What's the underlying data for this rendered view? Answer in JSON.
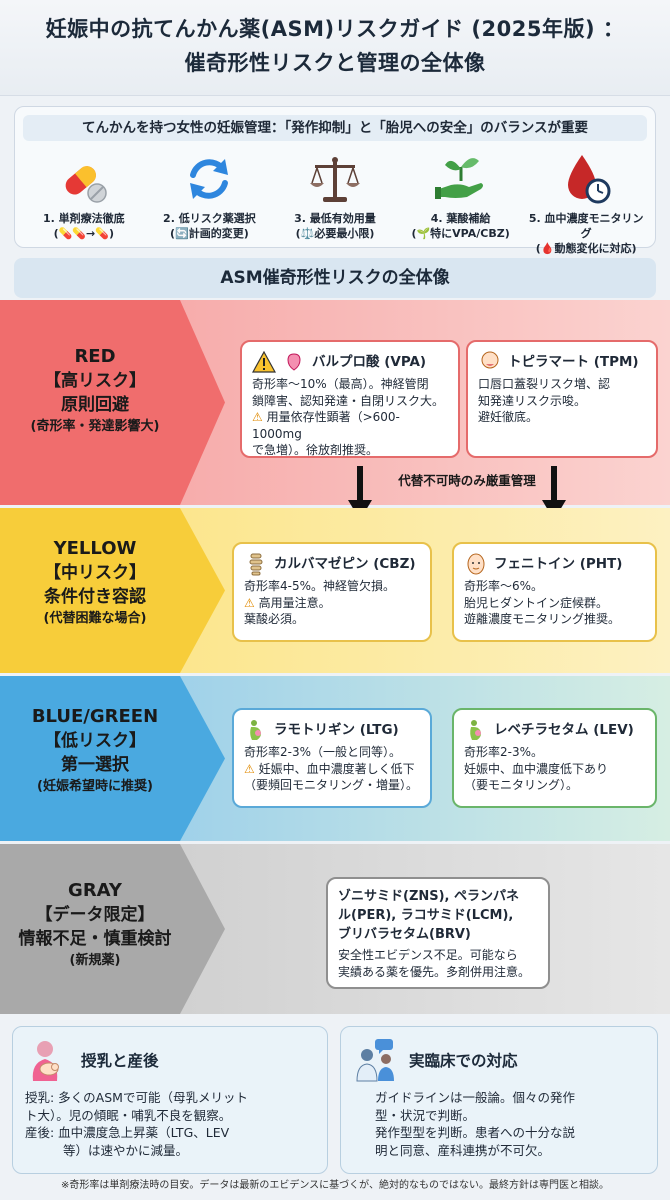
{
  "header": {
    "title_line1": "妊娠中の抗てんかん薬(ASM)リスクガイド (2025年版) ：",
    "title_line2": "催奇形性リスクと管理の全体像"
  },
  "principles": {
    "title": "てんかんを持つ女性の妊娠管理：「発作抑制」と「胎児への安全」のバランスが重要",
    "items": [
      {
        "label": "1. 単剤療法徹底",
        "sub": "(💊💊→💊)",
        "icon": "pill-icon"
      },
      {
        "label": "2. 低リスク薬選択",
        "sub": "(🔄計画的変更)",
        "icon": "refresh-icon"
      },
      {
        "label": "3. 最低有効用量",
        "sub": "(⚖️必要最小限)",
        "icon": "scale-icon"
      },
      {
        "label": "4. 葉酸補給",
        "sub": "(🌱特にVPA/CBZ)",
        "icon": "sprout-hand-icon"
      },
      {
        "label": "5. 血中濃度モニタリング",
        "sub": "(🩸動態変化に対応)",
        "icon": "blood-drop-clock-icon"
      }
    ]
  },
  "overview_title": "ASM催奇形性リスクの全体像",
  "tiers": {
    "red": {
      "color": "#f06d6d",
      "l1": "RED",
      "l2": "【高リスク】",
      "l3": "原則回避",
      "l4": "(奇形率・発達影響大)",
      "drugs": [
        {
          "name": "バルプロ酸 (VPA)",
          "lines": [
            "奇形率～10%（最高）。神経管閉",
            "鎖障害、認知発達・自閉リスク大。"
          ],
          "warn": "用量依存性顕著（>600-1000mg",
          "after": [
            "で急増）。徐放剤推奨。"
          ]
        },
        {
          "name": "トピラマート (TPM)",
          "lines": [
            "口唇口蓋裂リスク増、認",
            "知発達リスク示唆。",
            "避妊徹底。"
          ]
        }
      ],
      "mgmt_note": "代替不可時のみ厳重管理"
    },
    "yellow": {
      "color": "#f7cd3a",
      "l1": "YELLOW",
      "l2": "【中リスク】",
      "l3": "条件付き容認",
      "l4": "(代替困難な場合)",
      "drugs": [
        {
          "name": "カルバマゼピン (CBZ)",
          "lines": [
            "奇形率4-5%。神経管欠損。"
          ],
          "warn": "高用量注意。",
          "after": [
            "葉酸必須。"
          ]
        },
        {
          "name": "フェニトイン (PHT)",
          "lines": [
            "奇形率～6%。",
            "胎児ヒダントイン症候群。",
            "遊離濃度モニタリング推奨。"
          ]
        }
      ]
    },
    "blue": {
      "color": "#4aa9e0",
      "l1": "BLUE/GREEN",
      "l2": "【低リスク】",
      "l3": "第一選択",
      "l4": "(妊娠希望時に推奨)",
      "drugs": [
        {
          "name": "ラモトリギン (LTG)",
          "lines": [
            "奇形率2-3%（一般と同等）。"
          ],
          "warn": "妊娠中、血中濃度著しく低下",
          "after": [
            "（要頻回モニタリング・増量）。"
          ]
        },
        {
          "name": "レベチラセタム (LEV)",
          "lines": [
            "奇形率2-3%。",
            "妊娠中、血中濃度低下あり",
            "（要モニタリング）。"
          ]
        }
      ]
    },
    "gray": {
      "color": "#a9a9a9",
      "l1": "GRAY",
      "l2": "【データ限定】",
      "l3": "情報不足・慎重検討",
      "l4": "(新規薬)",
      "drug": {
        "names": [
          "ゾニサミド(ZNS), ペランパネ",
          "ル(PER), ラコサミド(LCM),",
          "ブリバラセタム(BRV)"
        ],
        "lines": [
          "安全性エビデンス不足。可能なら",
          "実績ある薬を優先。多剤併用注意。"
        ]
      }
    }
  },
  "lactation": {
    "title": "授乳と産後",
    "lines": [
      "授乳: 多くのASMで可能（母乳メリット",
      "ト大）。児の傾眠・哺乳不良を観察。",
      "産後: 血中濃度急上昇薬（LTG、LEV",
      "等）は速やかに減量。"
    ]
  },
  "clinical": {
    "title": "実臨床での対応",
    "lines": [
      "ガイドラインは一般論。個々の発作",
      "型・状況で判断。",
      "発作型型を判断。患者への十分な説",
      "明と同意、産科連携が不可欠。"
    ]
  },
  "footnote": "※奇形率は単剤療法時の目安。データは最新のエビデンスに基づくが、絶対的なものではない。最終方針は専門医と相談。"
}
